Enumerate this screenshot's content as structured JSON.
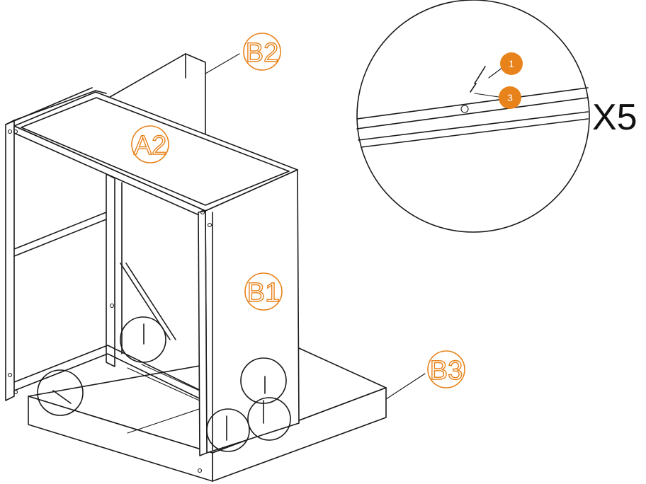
{
  "part_labels": {
    "A2": "A2",
    "B1": "B1",
    "B2": "B2",
    "B3": "B3"
  },
  "detail": {
    "multiplier": "X5",
    "badges": [
      "1",
      "3"
    ]
  },
  "colors": {
    "accent": "#e8821a",
    "line": "#1a1a1a",
    "background": "#ffffff"
  }
}
